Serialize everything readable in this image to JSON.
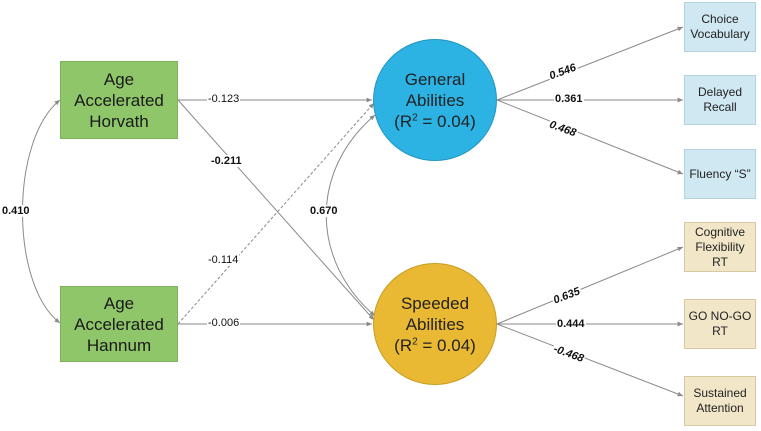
{
  "predictors": {
    "horvath": {
      "line1": "Age",
      "line2": "Accelerated",
      "line3": "Horvath"
    },
    "hannum": {
      "line1": "Age",
      "line2": "Accelerated",
      "line3": "Hannum"
    }
  },
  "latents": {
    "general": {
      "line1": "General",
      "line2": "Abilities",
      "r2_prefix": "(R",
      "r2_sup": "2",
      "r2_suffix": " = 0.04)"
    },
    "speeded": {
      "line1": "Speeded",
      "line2": "Abilities",
      "r2_prefix": "(R",
      "r2_sup": "2",
      "r2_suffix": " = 0.04)"
    }
  },
  "indicators": {
    "choice_vocab": {
      "line1": "Choice",
      "line2": "Vocabulary"
    },
    "delayed_recall": {
      "line1": "Delayed",
      "line2": "Recall"
    },
    "fluency": {
      "line1": "Fluency “S”"
    },
    "cog_flex": {
      "line1": "Cognitive",
      "line2": "Flexibility",
      "line3": "RT"
    },
    "gonogo": {
      "line1": "GO NO-GO",
      "line2": "RT"
    },
    "sustained": {
      "line1": "Sustained",
      "line2": "Attention"
    }
  },
  "coefficients": {
    "predictor_covariance": "0.410",
    "latent_covariance": "0.670",
    "horvath_to_general": "-0.123",
    "horvath_to_speeded": "-0.211",
    "hannum_to_general": "-0.114",
    "hannum_to_speeded": "-0.006",
    "general_to_choice": "0.546",
    "general_to_recall": "0.361",
    "general_to_fluency": "0.468",
    "speeded_to_cogflex": "0.635",
    "speeded_to_gonogo": "0.444",
    "speeded_to_sustained": "-0.468"
  },
  "colors": {
    "predictor_fill": "#8fc66a",
    "general_fill": "#2db3e3",
    "speeded_fill": "#e9b934",
    "general_indicator_fill": "#cfe8f2",
    "speeded_indicator_fill": "#f2e6c8",
    "edge": "#8a8a8a"
  }
}
